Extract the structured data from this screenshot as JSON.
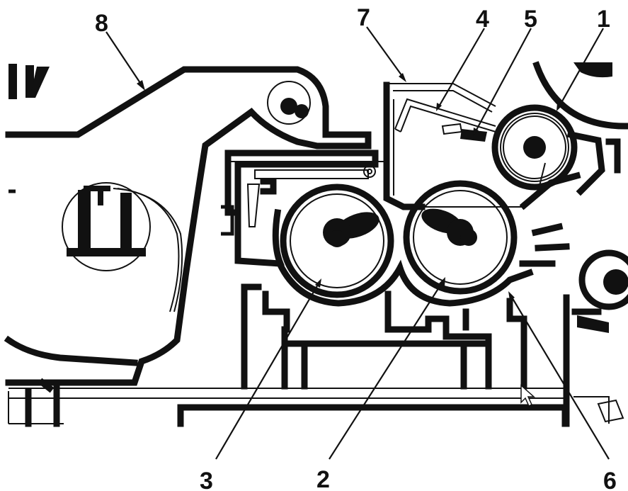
{
  "diagram": {
    "callouts": [
      {
        "id": "1",
        "label": "1"
      },
      {
        "id": "2",
        "label": "2"
      },
      {
        "id": "3",
        "label": "3"
      },
      {
        "id": "4",
        "label": "4"
      },
      {
        "id": "5",
        "label": "5"
      },
      {
        "id": "6",
        "label": "6"
      },
      {
        "id": "7",
        "label": "7"
      },
      {
        "id": "8",
        "label": "8"
      }
    ],
    "colors": {
      "ink": "#111111",
      "paper": "#ffffff"
    },
    "icons": {
      "cursor": "mouse-pointer-icon"
    }
  }
}
